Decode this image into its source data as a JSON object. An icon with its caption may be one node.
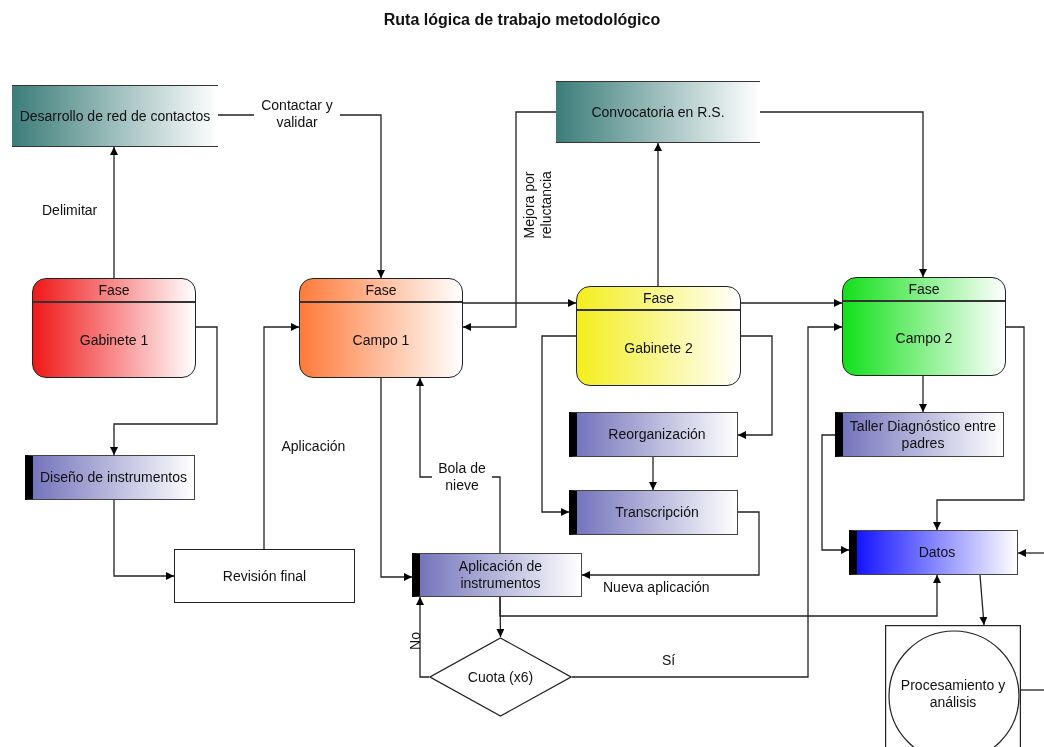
{
  "diagram": {
    "title": "Ruta lógica de trabajo metodológico",
    "nodes": [
      {
        "text": [
          "Desarrollo de red de contactos"
        ]
      },
      {
        "text": [
          "Convocatoria en R.S."
        ]
      },
      {
        "text": [
          "Fase",
          "Gabinete 1"
        ]
      },
      {
        "text": [
          "Fase",
          "Campo 1"
        ]
      },
      {
        "text": [
          "Fase",
          "Gabinete 2"
        ]
      },
      {
        "text": [
          "Fase",
          "Campo 2"
        ]
      },
      {
        "text": [
          "Diseño de instrumentos"
        ]
      },
      {
        "text": [
          "Revisión final"
        ]
      },
      {
        "text": [
          "Reorganización"
        ]
      },
      {
        "text": [
          "Transcripción"
        ]
      },
      {
        "text": [
          "Aplicación de instrumentos"
        ]
      },
      {
        "text": [
          "Cuota (x6)"
        ]
      },
      {
        "text": [
          "Taller Diagnóstico entre padres"
        ]
      },
      {
        "text": [
          "Datos"
        ]
      },
      {
        "text": [
          "Procesamiento y análisis"
        ]
      }
    ],
    "edges": [
      {
        "from": 2,
        "to": 0,
        "arrow": "to",
        "label": "Delimitar"
      },
      {
        "from": 0,
        "to": 3,
        "arrow": "to",
        "label": "Contactar y validar"
      },
      {
        "from": 4,
        "to": 1,
        "arrow": "to"
      },
      {
        "from": 1,
        "to": 3,
        "arrow": "to",
        "label": "Mejora por reluctancia"
      },
      {
        "from": 1,
        "to": 5,
        "arrow": "to"
      },
      {
        "from": 3,
        "to": 4,
        "arrow": "to"
      },
      {
        "from": 4,
        "to": 5,
        "arrow": "to"
      },
      {
        "from": 2,
        "to": 6,
        "arrow": "to"
      },
      {
        "from": 6,
        "to": 7,
        "arrow": "to"
      },
      {
        "from": 7,
        "to": 3,
        "arrow": "to",
        "label": "Aplicación"
      },
      {
        "from": 3,
        "to": 10,
        "arrow": "to"
      },
      {
        "from": 10,
        "to": 3,
        "arrow": "to",
        "label": "Bola de nieve"
      },
      {
        "from": 4,
        "to": 8,
        "arrow": "to"
      },
      {
        "from": 4,
        "to": 9,
        "arrow": "to"
      },
      {
        "from": 8,
        "to": 9,
        "arrow": "to"
      },
      {
        "from": 9,
        "to": 10,
        "arrow": "to",
        "label": "Nueva aplicación"
      },
      {
        "from": 10,
        "to": 11,
        "arrow": "to"
      },
      {
        "from": 10,
        "to": 13,
        "arrow": "to"
      },
      {
        "from": 11,
        "to": 10,
        "arrow": "to",
        "label": "No"
      },
      {
        "from": 11,
        "to": 5,
        "arrow": "to",
        "label": "Sí"
      },
      {
        "from": 5,
        "to": 12,
        "arrow": "to"
      },
      {
        "from": 12,
        "to": 13,
        "arrow": "to"
      },
      {
        "from": 5,
        "to": 13,
        "arrow": "to"
      },
      {
        "from": null,
        "to": 13,
        "arrow": "to"
      },
      {
        "from": 13,
        "to": 14,
        "arrow": "to"
      },
      {
        "from": 14,
        "to": null,
        "arrow": "none"
      }
    ]
  }
}
